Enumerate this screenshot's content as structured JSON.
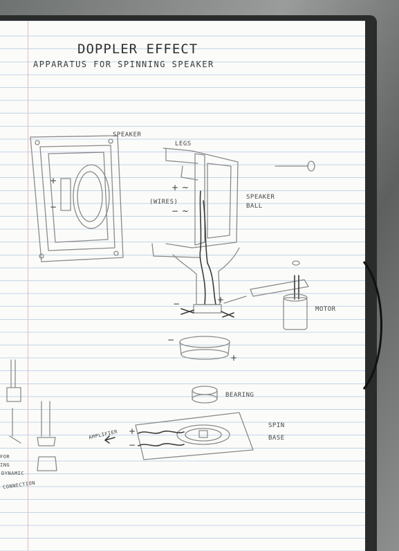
{
  "page": {
    "title": "DOPPLER EFFECT",
    "subtitle": "APPARATUS FOR SPINNING SPEAKER"
  },
  "labels": {
    "speaker": "SPEAKER",
    "legs": "LEGS",
    "speaker_ball": "SPEAKER BALL",
    "wires": "(WIRES)",
    "motor": "MOTOR",
    "bearing": "BEARING",
    "spin_base": "SPIN BASE",
    "amplifier": "AMPLIFIER",
    "margin_note": [
      "FOR",
      "ING",
      "DYNAMIC",
      "CONNECTION"
    ]
  },
  "symbols": {
    "plus": "+",
    "minus": "−",
    "plus_wave": "+ ~",
    "minus_wave": "− ~"
  }
}
